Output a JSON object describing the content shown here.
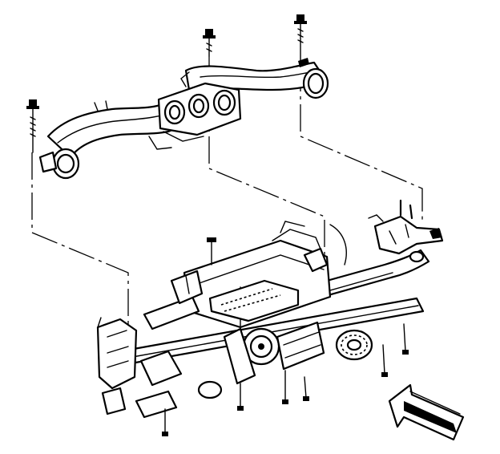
{
  "diagram": {
    "kind": "exploded-view line drawing",
    "labels": [],
    "components": [
      {
        "name": "upper-duct-right",
        "label": ""
      },
      {
        "name": "upper-duct-left",
        "label": ""
      },
      {
        "name": "instrument-panel-carrier",
        "label": ""
      }
    ],
    "fasteners": 3,
    "view_direction_arrow": "bottom-right",
    "colors": {
      "ink": "#000000",
      "paper": "#ffffff"
    }
  }
}
